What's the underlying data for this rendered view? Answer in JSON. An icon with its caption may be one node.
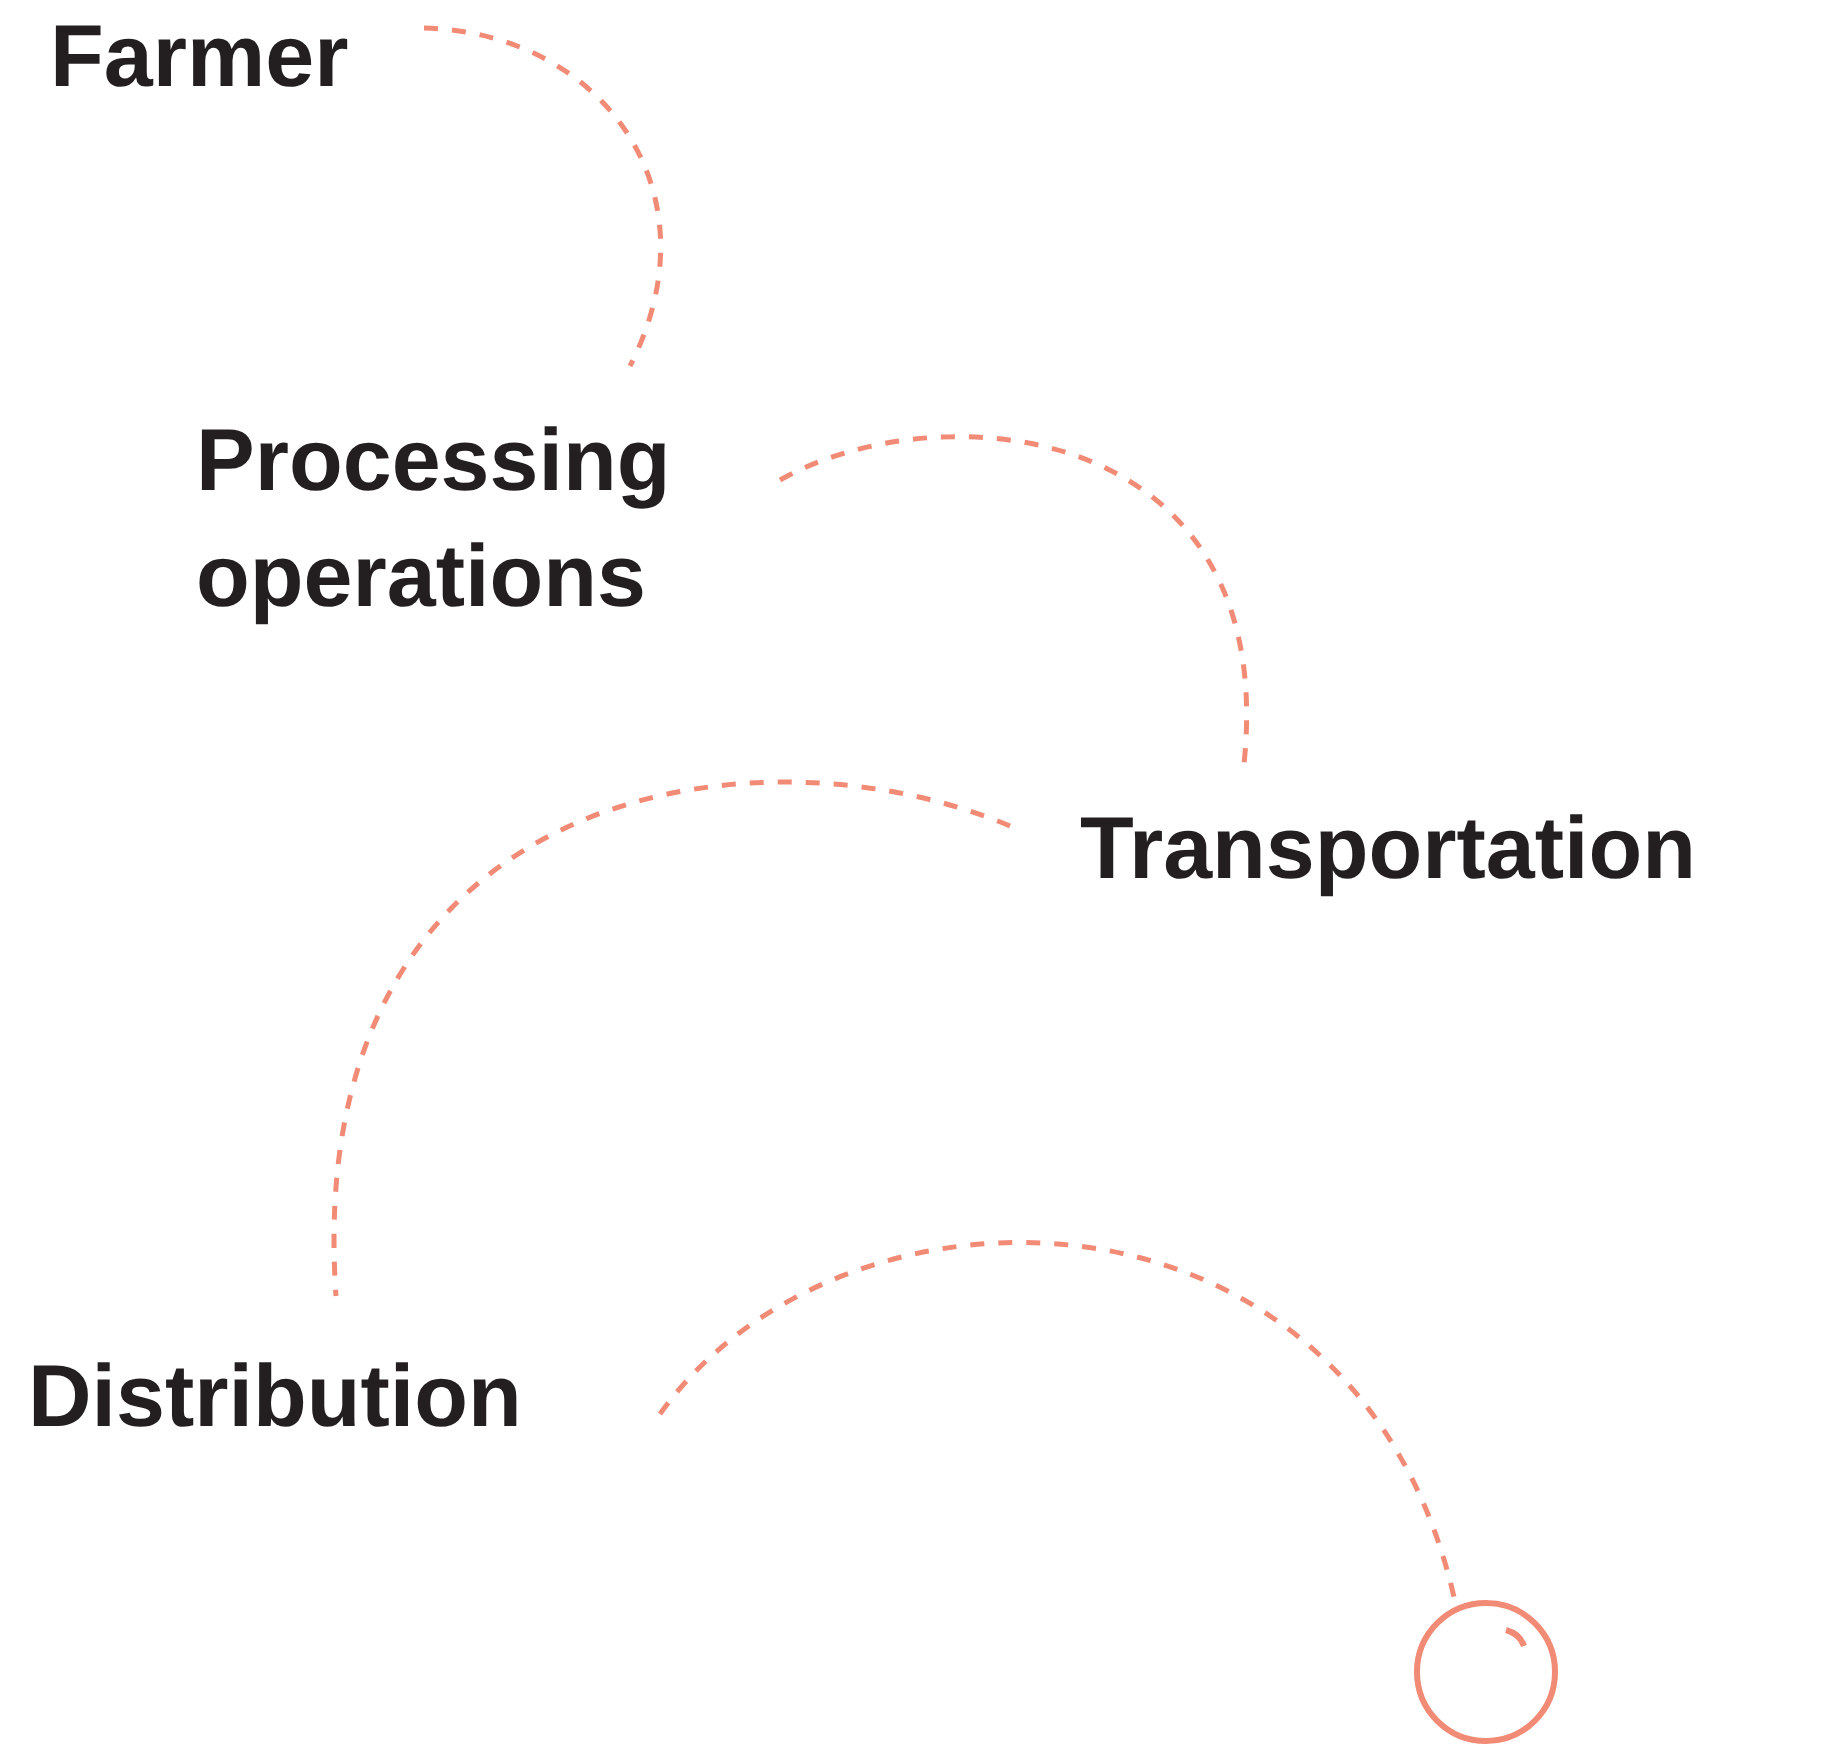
{
  "diagram": {
    "nodes": [
      {
        "text": [
          "Farmer"
        ]
      },
      {
        "text": [
          "Processing operations"
        ]
      },
      {
        "text": [
          "Transportation"
        ]
      },
      {
        "text": [
          "Distribution"
        ]
      },
      {
        "text": [],
        "shape": "circle"
      }
    ],
    "edges": [
      {
        "from": 0,
        "to": 1,
        "arrow": "none",
        "style": "dashed"
      },
      {
        "from": 1,
        "to": 2,
        "arrow": "none",
        "style": "dashed"
      },
      {
        "from": 2,
        "to": 3,
        "arrow": "none",
        "style": "dashed"
      },
      {
        "from": 3,
        "to": 4,
        "arrow": "none",
        "style": "dashed"
      }
    ]
  }
}
